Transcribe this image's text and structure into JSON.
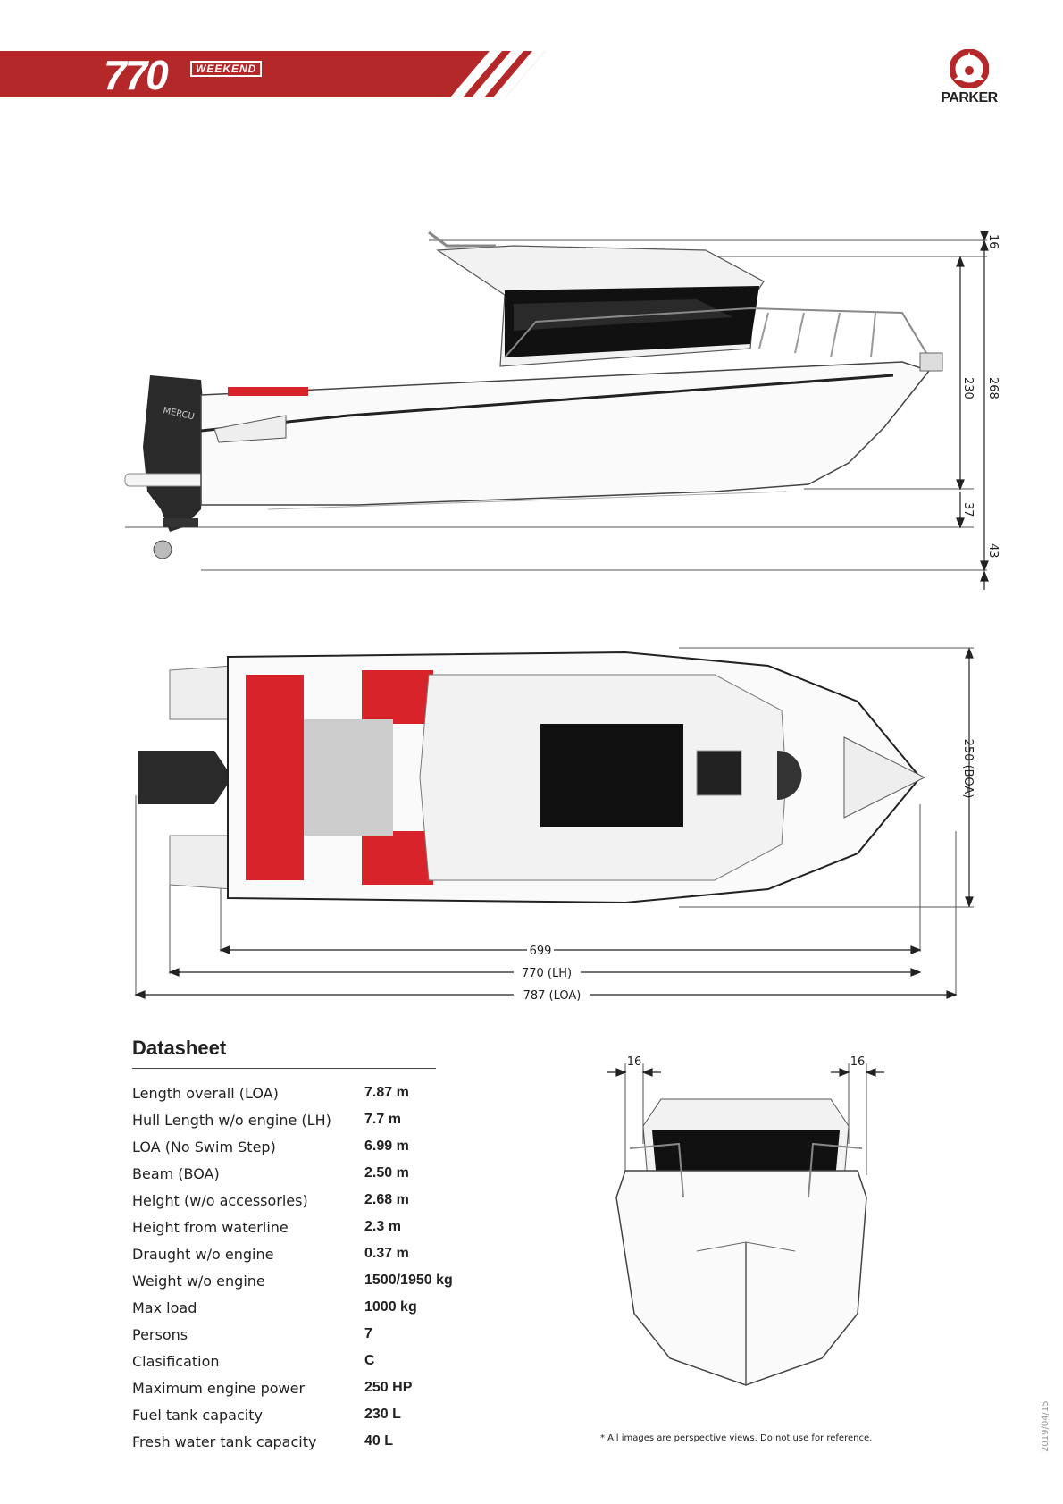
{
  "header": {
    "model_number": "770",
    "model_name": "WEEKEND",
    "brand": "PARKER",
    "accent_color": "#b5282a"
  },
  "side_view": {
    "dims": {
      "d16": "16",
      "d230": "230",
      "d268": "268",
      "d37": "37",
      "d43": "43"
    },
    "engine_text": "MERCU"
  },
  "top_view": {
    "dims": {
      "beam": "250 (BOA)",
      "len_699": "699",
      "len_lh": "770 (LH)",
      "len_loa": "787 (LOA)"
    }
  },
  "front_view": {
    "dims": {
      "left": "16",
      "right": "16"
    }
  },
  "datasheet": {
    "title": "Datasheet",
    "rows": [
      {
        "label": "Length overall (LOA)",
        "value": "7.87 m"
      },
      {
        "label": "Hull Length w/o engine (LH)",
        "value": "7.7 m"
      },
      {
        "label": "LOA (No Swim Step)",
        "value": "6.99 m"
      },
      {
        "label": "Beam (BOA)",
        "value": "2.50 m"
      },
      {
        "label": "Height (w/o accessories)",
        "value": "2.68 m"
      },
      {
        "label": "Height from waterline",
        "value": "2.3 m"
      },
      {
        "label": "Draught w/o engine",
        "value": "0.37 m"
      },
      {
        "label": "Weight w/o engine",
        "value": "1500/1950 kg"
      },
      {
        "label": "Max load",
        "value": "1000 kg"
      },
      {
        "label": "Persons",
        "value": "7"
      },
      {
        "label": "Clasification",
        "value": "C"
      },
      {
        "label": "Maximum engine power",
        "value": "250 HP"
      },
      {
        "label": "Fuel tank capacity",
        "value": "230 L"
      },
      {
        "label": "Fresh water tank capacity",
        "value": "40 L"
      }
    ]
  },
  "footnote": "* All images are perspective views. Do not use for reference.",
  "date_stamp": "2019/04/15"
}
